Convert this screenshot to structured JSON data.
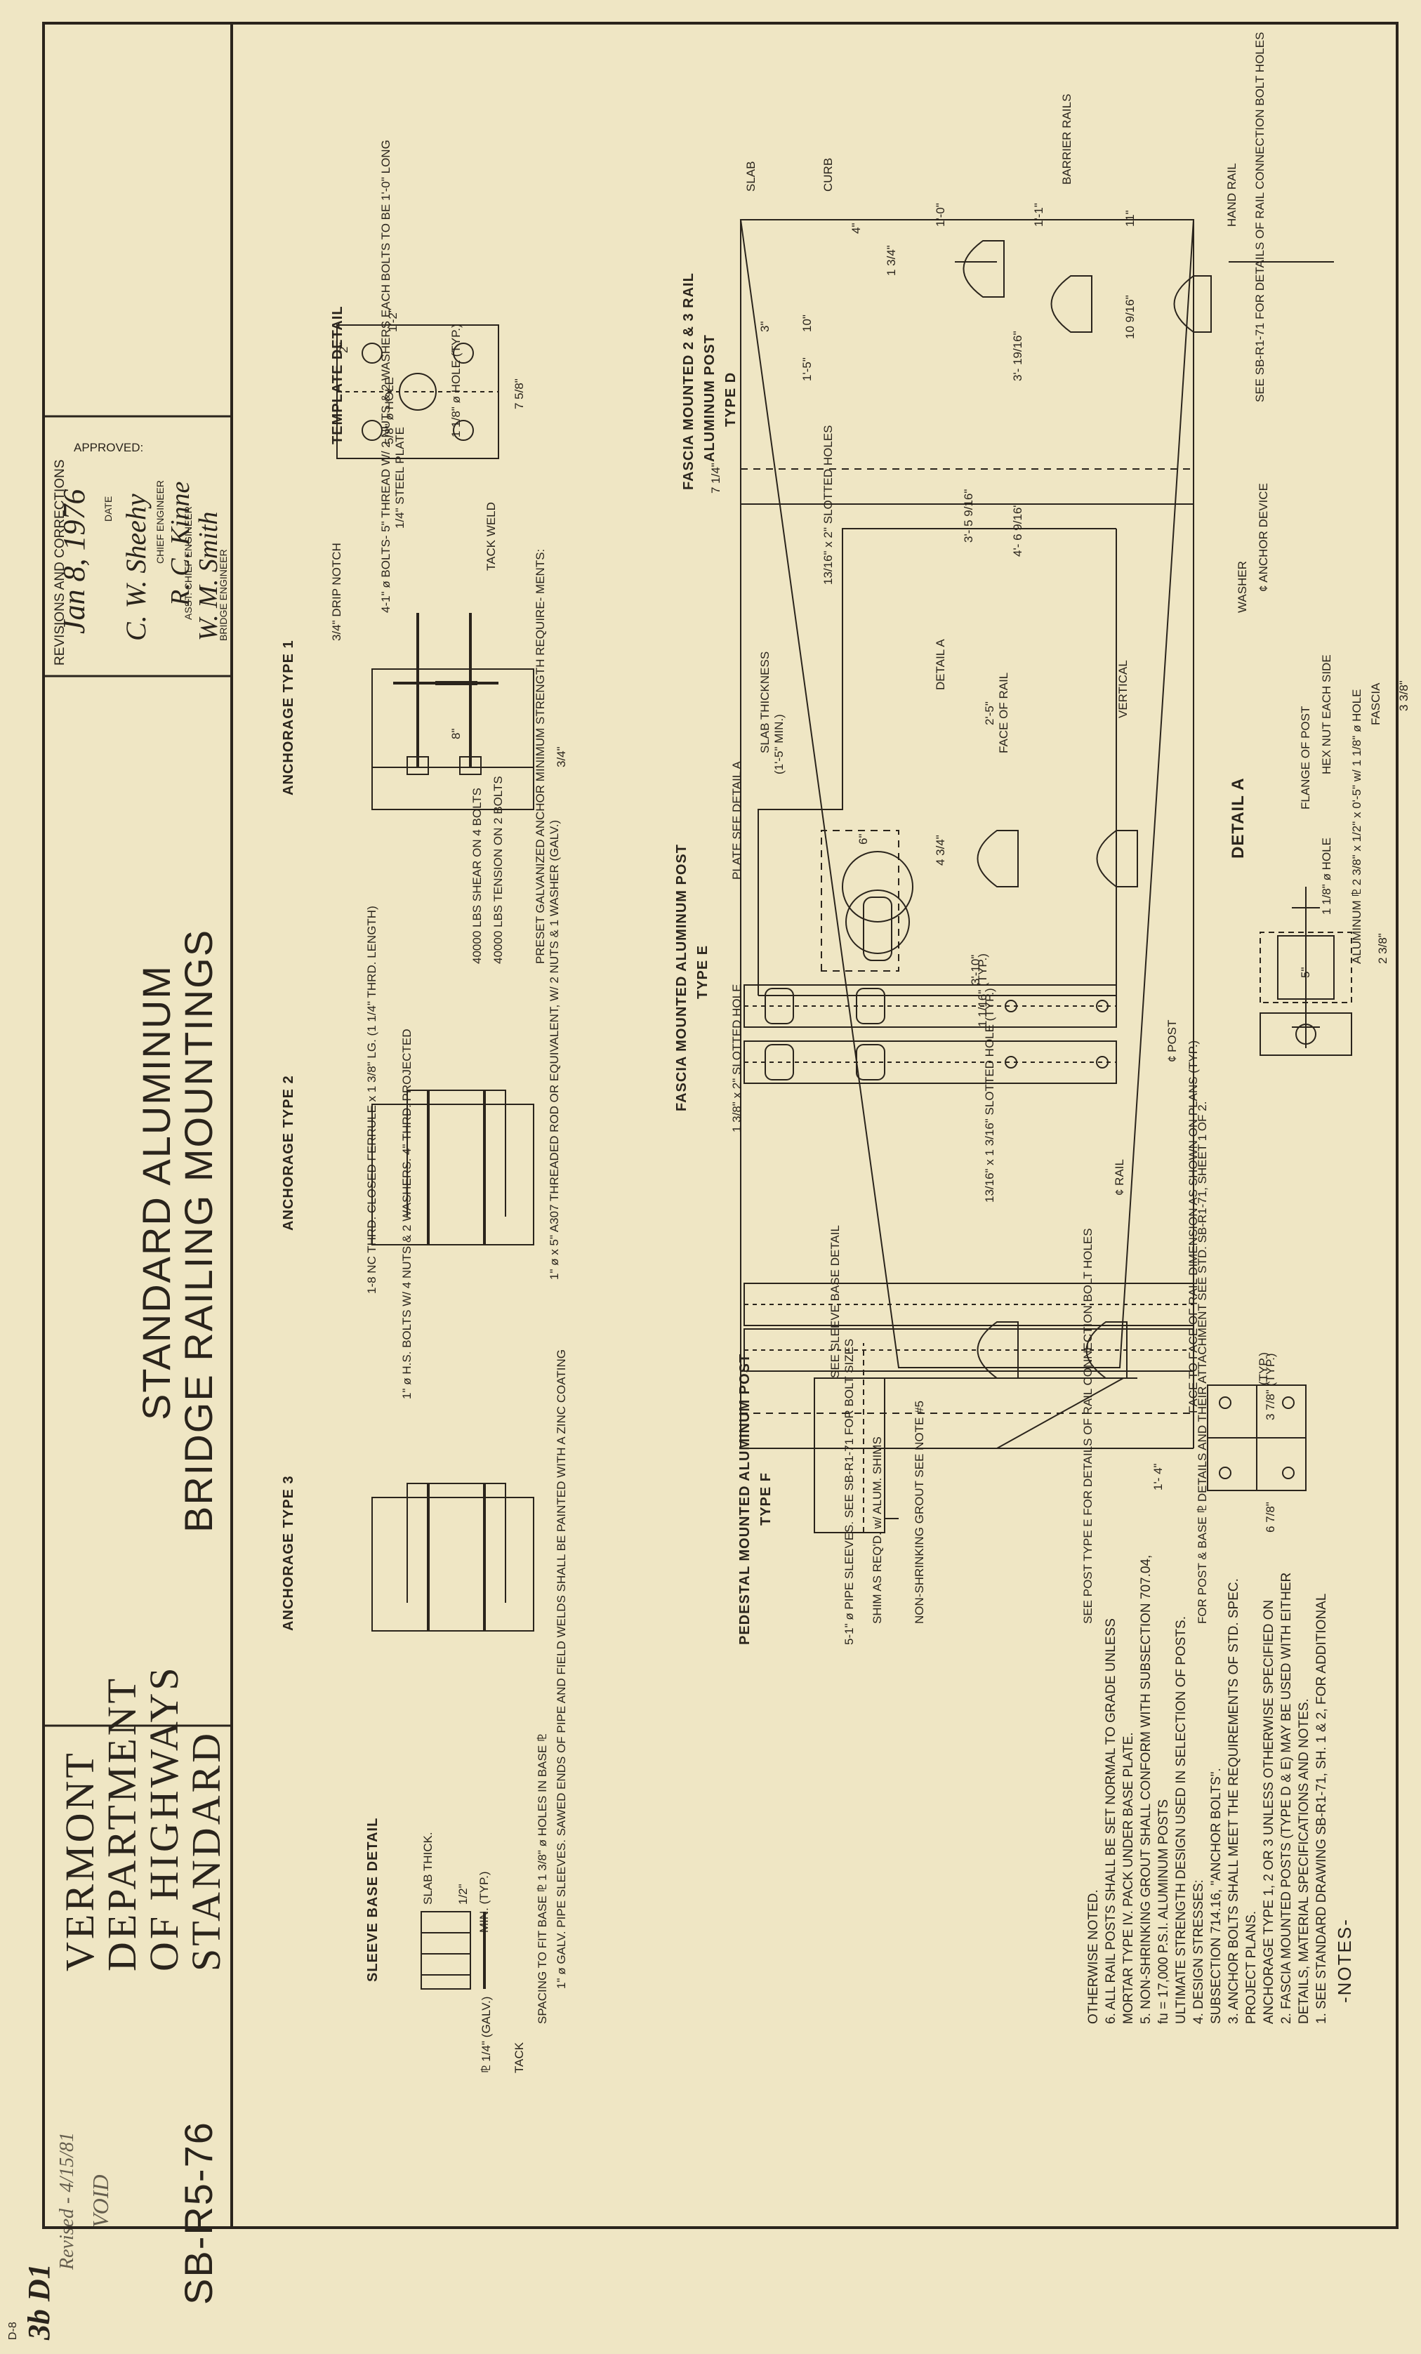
{
  "title_block": {
    "title_line1": "STANDARD ALUMINUM",
    "title_line2": "BRIDGE RAILING MOUNTINGS",
    "revisions_label": "REVISIONS AND CORRECTIONS",
    "approved_label": "APPROVED:",
    "date_label": "DATE",
    "date_value": "Jan 8, 1976",
    "chief_engineer_label": "CHIEF ENGINEER",
    "asst_chief_engineer_label": "ASST. CHIEF ENGINEER",
    "bridge_engineer_label": "BRIDGE ENGINEER",
    "sig_chief": "C. W. Sheehy",
    "sig_asst": "R. C. Kinne",
    "sig_bridge": "W. M. Smith",
    "stamp_line1": "VERMONT",
    "stamp_line2": "DEPARTMENT",
    "stamp_line3": "OF HIGHWAYS",
    "stamp_line4": "STANDARD",
    "revised_note": "Revised - 4/15/81",
    "void_note": "VOID",
    "drawing_number": "SB-R5-76",
    "sheet_ref": "D-8",
    "sheet_code": "3b D1"
  },
  "notes": {
    "heading": "-NOTES-",
    "lines": [
      "1. SEE STANDARD DRAWING SB-R1-71, SH. 1 & 2, FOR ADDITIONAL",
      "DETAILS, MATERIAL SPECIFICATIONS AND NOTES.",
      "2. FASCIA MOUNTED POSTS (TYPE D & E) MAY BE USED WITH EITHER",
      "ANCHORAGE TYPE 1, 2 OR 3 UNLESS OTHERWISE SPECIFIED ON",
      "PROJECT PLANS.",
      "3. ANCHOR BOLTS SHALL MEET THE REQUIREMENTS OF STD. SPEC.",
      "SUBSECTION 714.16, \"ANCHOR BOLTS\".",
      "4. DESIGN STRESSES:",
      "ULTIMATE STRENGTH DESIGN USED IN SELECTION OF POSTS.",
      "fu = 17,000 P.S.I. ALUMINUM POSTS",
      "5. NON-SHRINKING GROUT SHALL CONFORM WITH SUBSECTION 707.04,",
      "MORTAR TYPE IV. PACK UNDER BASE PLATE.",
      "6. ALL RAIL POSTS SHALL BE SET NORMAL TO GRADE UNLESS",
      "OTHERWISE NOTED."
    ]
  },
  "views": {
    "type_d_title_1": "FASCIA MOUNTED 2 & 3 RAIL",
    "type_d_title_2": "ALUMINUM POST",
    "type_d_title_3": "TYPE D",
    "type_e_title_1": "FASCIA MOUNTED ALUMINUM POST",
    "type_e_title_2": "TYPE E",
    "type_f_title_1": "PEDESTAL MOUNTED ALUMINUM POST",
    "type_f_title_2": "TYPE F",
    "detail_a_title": "DETAIL A",
    "detail_a_callout": "DETAIL A",
    "template_title": "TEMPLATE DETAIL",
    "anchorage_1_title": "ANCHORAGE TYPE 1",
    "anchorage_2_title": "ANCHORAGE TYPE 2",
    "anchorage_3_title": "ANCHORAGE TYPE 3",
    "sleeve_title": "SLEEVE BASE DETAIL"
  },
  "annotations": {
    "slab": "SLAB",
    "curb": "CURB",
    "barrier_rails": "BARRIER RAILS",
    "hand_rail": "HAND RAIL",
    "rail_conn": "SEE SB-R1-71 FOR DETAILS OF RAIL CONNECTION BOLT HOLES",
    "slotted_holes": "13/16\" x 2\" SLOTTED HOLES",
    "anchor_device": "¢ ANCHOR DEVICE",
    "washer": "WASHER",
    "fascia": "FASCIA",
    "aluminum_plate": "ALUMINUM ⅊ 2 3/8\" x 1/2\" x 0'-5\" w/ 1 1/8\" ø HOLE",
    "hex_nut": "HEX NUT EACH SIDE",
    "flange": "FLANGE OF POST",
    "hole_118": "1 1/8\" ø HOLE",
    "slab_thickness": "SLAB THICKNESS",
    "slab_min": "(1'-5\" MIN.)",
    "plate_see_detail": "PLATE SEE DETAIL A",
    "face_of_rail": "FACE OF RAIL",
    "vertical": "VERTICAL",
    "cl_post": "¢ POST",
    "cl_rail": "¢ RAIL",
    "slotted_hole_typ": "13/16\" x 1 3/16\" SLOTTED HOLE (TYP.)",
    "slotted_hole_2": "1 3/8\" x 2\" SLOTTED HOLE",
    "face_to_face": "FACE TO FACE OF RAIL DIMENSION AS SHOWN ON PLANS (TYP.)",
    "see_sleeve": "SEE SLEEVE BASE DETAIL",
    "post_base_note": "FOR POST & BASE ⅊ DETAILS AND THEIR ATTACHMENT SEE STD. SB-R1-71, SHEET 1 OF 2.",
    "see_post_type_e": "SEE POST TYPE E FOR DETAILS OF RAIL CONNECTION BOLT HOLES",
    "non_shrinking": "NON-SHRINKING GROUT SEE NOTE #5",
    "shim": "SHIM AS REQ'D. w/ ALUM. SHIMS",
    "pipe_sleeves": "5-1\" ø PIPE SLEEVES. SEE SB-R1-71 FOR BOLT SIZES",
    "typ": "(TYP.)",
    "hole_118_typ": "1 1/8\" ø HOLE (TYP.)",
    "hole_58": "5/8\" ø HOLE",
    "steel_plate": "1/4\" STEEL PLATE",
    "bolts_type1": "4-1\" ø BOLTS- 5\" THREAD W/ 2 NUTS & 2 WASHERS EACH BOLTS TO BE 1'-0\" LONG",
    "tack_weld": "TACK WELD",
    "drip_notch": "3/4\" DRIP NOTCH",
    "preset_anchor": "PRESET GALVANIZED ANCHOR MINIMUM STRENGTH REQUIRE- MENTS:",
    "tension": "40000 LBS TENSION ON 2 BOLTS",
    "shear": "40000 LBS SHEAR ON 4 BOLTS",
    "threaded_rod": "1\" ø x 5\" A307 THREADED ROD OR EQUIVALENT, W/ 2 NUTS & 1 WASHER (GALV.)",
    "ferrule": "1-8 NC THRD. CLOSED FERRULE x 1 3/8\" LG. (1 1/4\" THRD. LENGTH)",
    "hs_bolts": "1\" ø H.S. BOLTS W/ 4 NUTS & 2 WASHERS. 4\" THRD. PROJECTED",
    "slab_thick": "SLAB THICK.",
    "pipe_sleeves_note": "1\" ø GALV. PIPE SLEEVES. SAWED ENDS OF PIPE AND FIELD WELDS SHALL BE PAINTED WITH A ZINC COATING",
    "spacing": "SPACING TO FIT BASE ⅊ 1 3/8\" ø HOLES IN BASE ⅊",
    "tack": "TACK",
    "plate_galv": "⅊ 1/4\" (GALV.)",
    "min": "MIN. (TYP.)"
  },
  "dims": {
    "d_1_0": "1'-0\"",
    "d_1_1": "1'-1\"",
    "d_11": "11\"",
    "d_4": "4\"",
    "d_1_34": "1 3/4\"",
    "d_3": "3\"",
    "d_10": "10\"",
    "d_10_916": "10 9/16\"",
    "d_1_5": "1'-5\"",
    "d_3_1916": "3'- 19/16\"",
    "d_3_5916": "3'- 5 9/16\"",
    "d_4_6916": "4'- 6 9/16\"",
    "d_7_14": "7 1/4\"",
    "d_3_38": "3 3/8\"",
    "d_2_5": "2'-5\"",
    "d_6": "6\"",
    "d_4_34": "4 3/4\"",
    "d_3_10": "3'-10\"",
    "d_1_116": "1 1/16\" (TYP.)",
    "d_2_38": "2 3/8\"",
    "d_5": "5\"",
    "d_1_2": "1'-2\"",
    "d_2": "2\"",
    "d_7_58": "7 5/8\"",
    "d_8": "8\"",
    "d_3_4": "3/4\"",
    "d_3_78": "3 7/8\" (TYP.)",
    "d_6_78": "6 7/8\"",
    "d_1_4": "1'- 4\"",
    "d_12": "1/2\""
  }
}
